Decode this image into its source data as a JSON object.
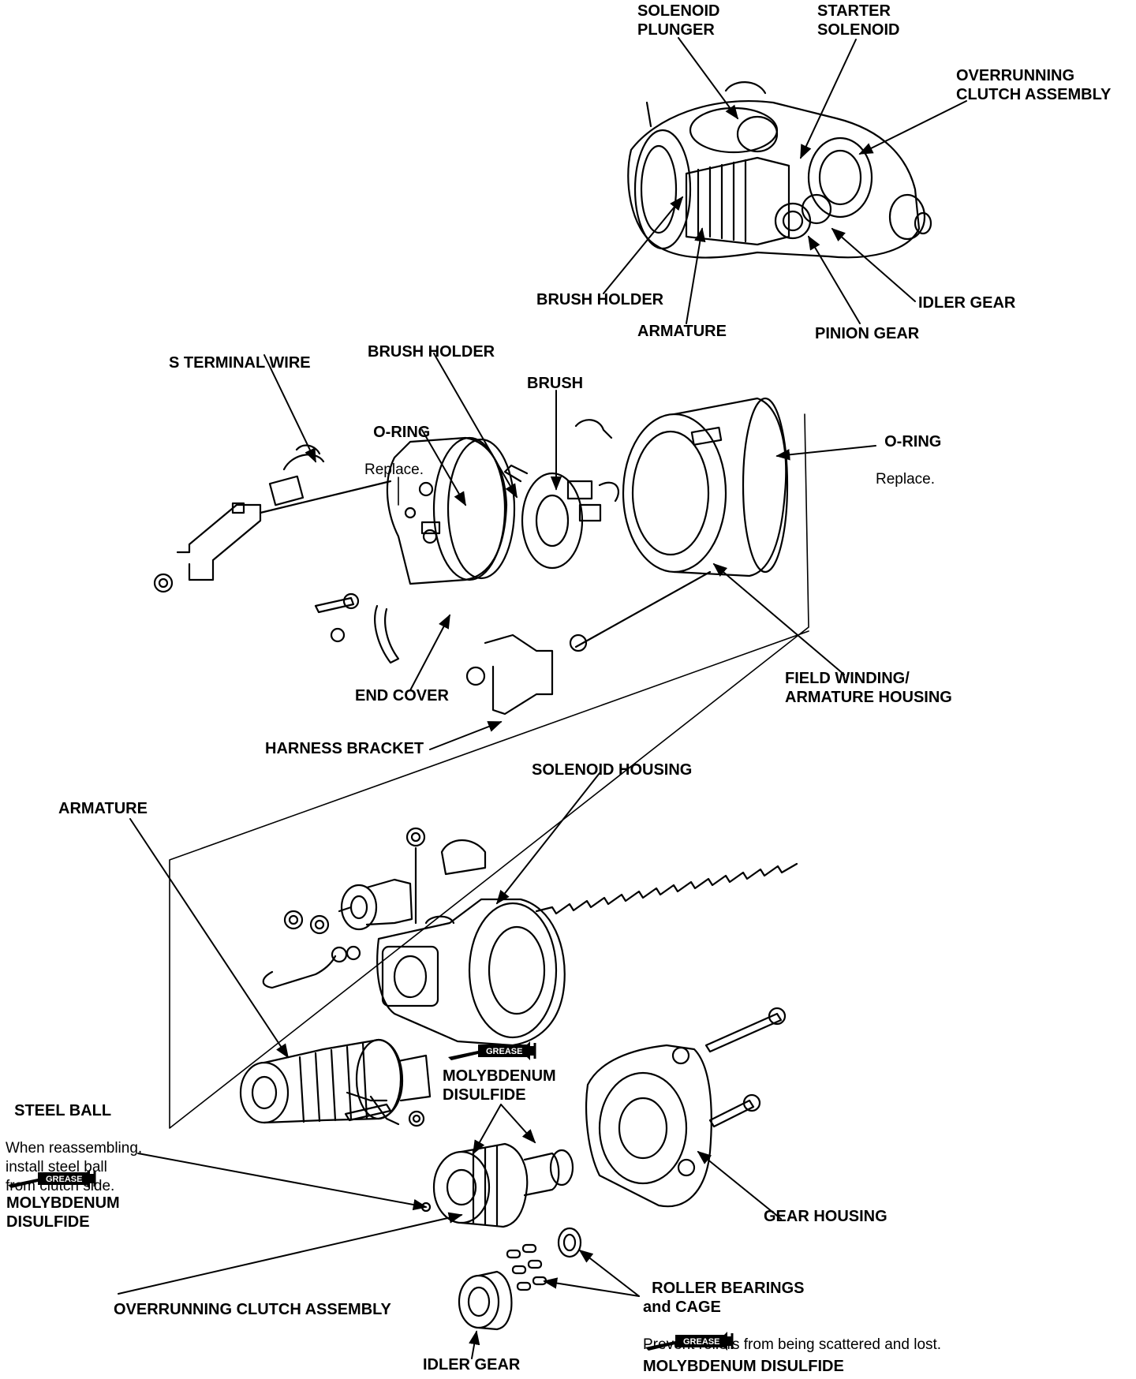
{
  "labels": {
    "solenoid_plunger": "SOLENOID\nPLUNGER",
    "starter_solenoid": "STARTER\nSOLENOID",
    "overrunning_clutch_top": "OVERRUNNING\nCLUTCH ASSEMBLY",
    "brush_holder_top": "BRUSH HOLDER",
    "armature_top": "ARMATURE",
    "pinion_gear": "PINION GEAR",
    "idler_gear_top": "IDLER GEAR",
    "s_terminal_wire": "S TERMINAL WIRE",
    "brush_holder_mid": "BRUSH HOLDER",
    "brush": "BRUSH",
    "oring_left": "O-RING",
    "oring_left_note": "Replace.",
    "oring_right": "O-RING",
    "oring_right_note": "Replace.",
    "end_cover": "END COVER",
    "field_winding": "FIELD WINDING/\nARMATURE HOUSING",
    "harness_bracket": "HARNESS BRACKET",
    "solenoid_housing": "SOLENOID HOUSING",
    "armature_bottom": "ARMATURE",
    "steel_ball": "STEEL BALL",
    "steel_ball_note": "When reassembling,\ninstall steel ball\nfrom clutch side.",
    "moly_left": "MOLYBDENUM\nDISULFIDE",
    "moly_center": "MOLYBDENUM\nDISULFIDE",
    "gear_housing": "GEAR HOUSING",
    "roller_bearings": "ROLLER BEARINGS\nand CAGE",
    "roller_bearings_note": "Prevent rollers from being scattered and lost.",
    "overrunning_clutch_bottom": "OVERRUNNING CLUTCH ASSEMBLY",
    "idler_gear_bottom": "IDLER GEAR",
    "moly_bottom": "MOLYBDENUM DISULFIDE"
  },
  "grease_icon_text": "GREASE"
}
